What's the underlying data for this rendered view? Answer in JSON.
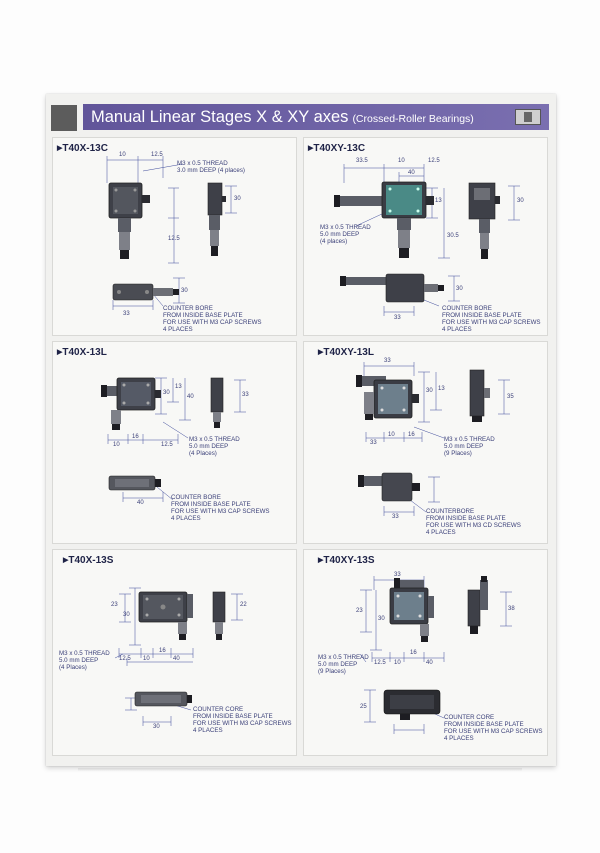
{
  "header": {
    "title": "Manual Linear Stages X & XY axes",
    "subtitle": "(Crossed-Roller Bearings)"
  },
  "panels": [
    {
      "label": "T40X-13C",
      "dims": [
        "10",
        "12.5",
        "30",
        "12.5",
        "33",
        "30"
      ],
      "notes": [
        {
          "lines": [
            "M3 x 0.5 THREAD",
            "3.0 mm DEEP (4 places)"
          ]
        },
        {
          "lines": [
            "COUNTER BORE",
            "FROM INSIDE BASE PLATE",
            "FOR USE WITH M3 CAP SCREWS",
            "4 PLACES"
          ]
        }
      ]
    },
    {
      "label": "T40XY-13C",
      "dims": [
        "33.5",
        "10",
        "12.5",
        "40",
        "13",
        "30",
        "30.5",
        "33",
        "30"
      ],
      "notes": [
        {
          "lines": [
            "M3 x 0.5 THREAD",
            "5.0 mm DEEP",
            "(4 places)"
          ]
        },
        {
          "lines": [
            "COUNTER BORE",
            "FROM INSIDE BASE PLATE",
            "FOR USE WITH M3 CAP SCREWS",
            "4 PLACES"
          ]
        }
      ]
    },
    {
      "label": "T40X-13L",
      "dims": [
        "30",
        "13",
        "40",
        "33",
        "10",
        "16",
        "12.5",
        "40"
      ],
      "notes": [
        {
          "lines": [
            "M3 x 0.5 THREAD",
            "5.0 mm DEEP",
            "(4 Places)"
          ]
        },
        {
          "lines": [
            "COUNTER BORE",
            "FROM INSIDE BASE PLATE",
            "FOR USE WITH M3 CAP SCREWS",
            "4 PLACES"
          ]
        }
      ]
    },
    {
      "label": "T40XY-13L",
      "dims": [
        "33",
        "30",
        "13",
        "35",
        "33",
        "10",
        "16",
        "33"
      ],
      "notes": [
        {
          "lines": [
            "M3 x 0.5 THREAD",
            "5.0 mm DEEP",
            "(9 Places)"
          ]
        },
        {
          "lines": [
            "COUNTERBORE",
            "FROM INSIDE BASE PLATE",
            "FOR USE WITH M3 CD SCREWS",
            "4 PLACES"
          ]
        }
      ]
    },
    {
      "label": "T40X-13S",
      "dims": [
        "23",
        "30",
        "22",
        "12.5",
        "16",
        "10",
        "40",
        "30"
      ],
      "notes": [
        {
          "lines": [
            "M3 x 0.5 THREAD",
            "5.0 mm DEEP",
            "(4 Places)"
          ]
        },
        {
          "lines": [
            "COUNTER CORE",
            "FROM INSIDE BASE PLATE",
            "FOR USE WITH M3 CAP SCREWS",
            "4 PLACES"
          ]
        }
      ]
    },
    {
      "label": "T40XY-13S",
      "dims": [
        "33",
        "23",
        "30",
        "12.5",
        "16",
        "10",
        "40",
        "25",
        "38"
      ],
      "notes": [
        {
          "lines": [
            "M3 x 0.5 THREAD",
            "5.0 mm DEEP",
            "(9 Places)"
          ]
        },
        {
          "lines": [
            "COUNTER CORE",
            "FROM INSIDE BASE PLATE",
            "FOR USE WITH M3 CAP SCREWS",
            "4 PLACES"
          ]
        }
      ]
    }
  ],
  "colors": {
    "banner": "#6b5fa5",
    "label_text": "#1f2347",
    "dimension_lines": "#3d4a9a",
    "stage_body": "#3e4048",
    "stage_top_xy_c": "#4a8a86",
    "stage_top_xy_l": "#6d7f8c"
  }
}
